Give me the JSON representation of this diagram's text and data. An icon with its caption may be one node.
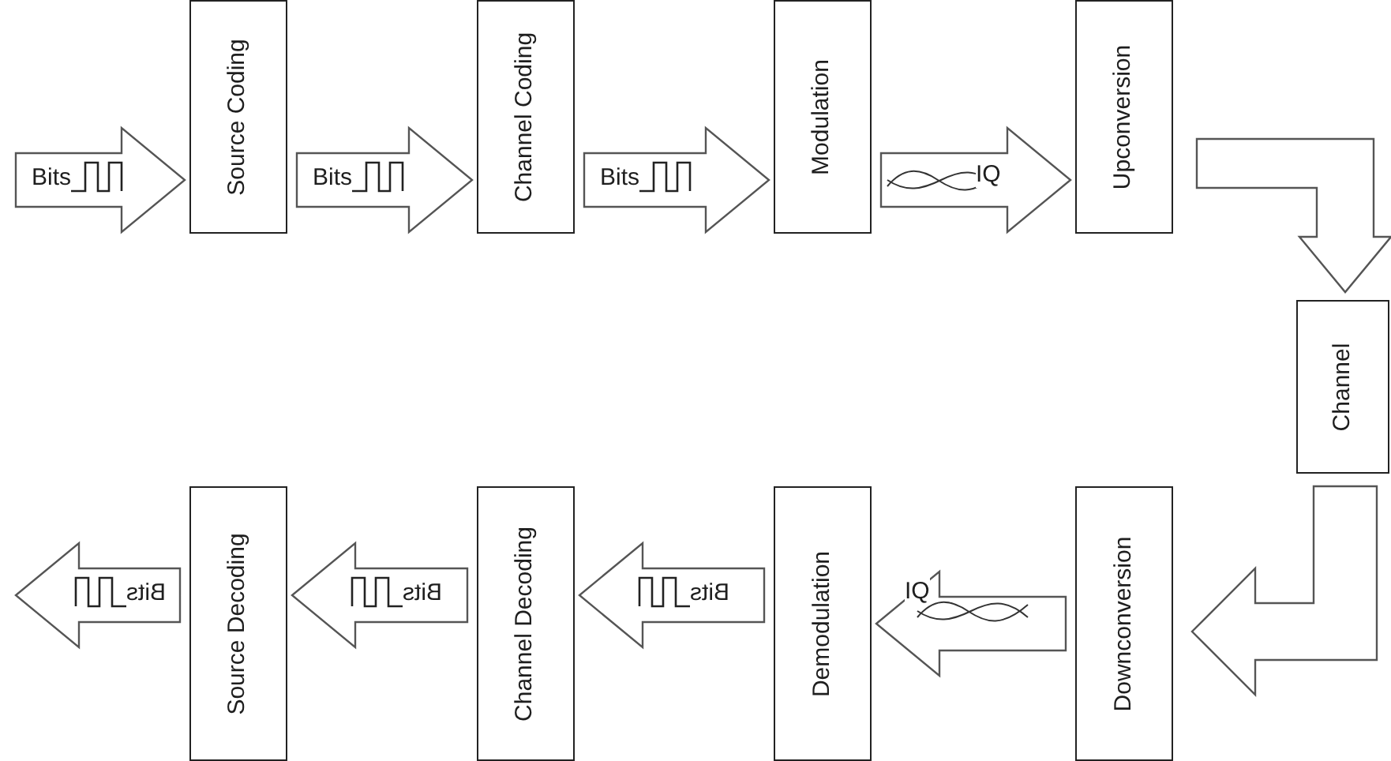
{
  "diagram": {
    "nodes": [
      {
        "text": [
          "Source Coding"
        ]
      },
      {
        "text": [
          "Channel Coding"
        ]
      },
      {
        "text": [
          "Modulation"
        ]
      },
      {
        "text": [
          "Upconversion"
        ]
      },
      {
        "text": [
          "Channel"
        ]
      },
      {
        "text": [
          "Downconversion"
        ]
      },
      {
        "text": [
          "Demodulation"
        ]
      },
      {
        "text": [
          "Channel Decoding"
        ]
      },
      {
        "text": [
          "Source Decoding"
        ]
      }
    ],
    "edges": [
      {
        "from": null,
        "to": 0,
        "arrow": "to",
        "label": "Bits"
      },
      {
        "from": 0,
        "to": 1,
        "arrow": "to",
        "label": "Bits"
      },
      {
        "from": 1,
        "to": 2,
        "arrow": "to",
        "label": "Bits"
      },
      {
        "from": 2,
        "to": 3,
        "arrow": "to",
        "label": "IQ"
      },
      {
        "from": 3,
        "to": 4,
        "arrow": "to"
      },
      {
        "from": 4,
        "to": 5,
        "arrow": "to"
      },
      {
        "from": 5,
        "to": 6,
        "arrow": "to",
        "label": "IQ"
      },
      {
        "from": 6,
        "to": 7,
        "arrow": "to",
        "label": "Bits"
      },
      {
        "from": 7,
        "to": 8,
        "arrow": "to",
        "label": "Bits"
      },
      {
        "from": 8,
        "to": null,
        "arrow": "to",
        "label": "Bits"
      }
    ]
  }
}
